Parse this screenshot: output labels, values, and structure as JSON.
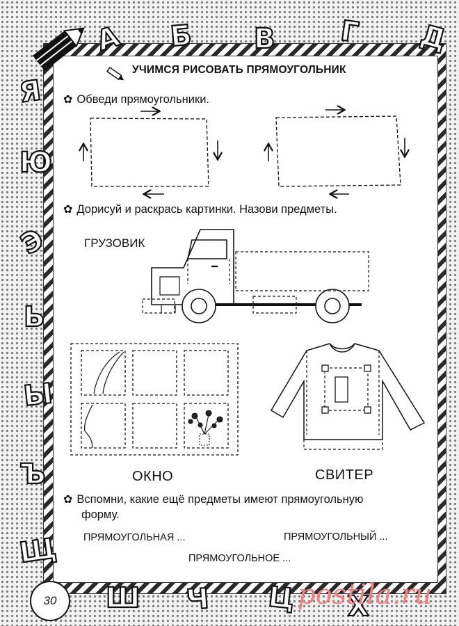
{
  "header": {
    "title": "УЧИМСЯ РИСОВАТЬ ПРЯМОУГОЛЬНИК"
  },
  "alphabet": {
    "top": [
      "А",
      "Б",
      "В",
      "Г",
      "Д"
    ],
    "left": [
      "Я",
      "Ю",
      "Э",
      "Ь",
      "Ы",
      "Ъ",
      "Щ"
    ],
    "bottom": [
      "Ш",
      "Ч",
      "Ц",
      "Х"
    ]
  },
  "tasks": [
    {
      "text": "Обведи прямоугольники."
    },
    {
      "text": "Дорисуй и раскрась картинки. Назови предметы."
    },
    {
      "text": "Вспомни, какие ещё предметы имеют прямоугольную",
      "text2": "форму."
    }
  ],
  "labels": {
    "truck": "ГРУЗОВИК",
    "window": "ОКНО",
    "sweater": "СВИТЕР"
  },
  "answers": {
    "feminine": "ПРЯМОУГОЛЬНАЯ ...",
    "masculine": "ПРЯМОУГОЛЬНЫЙ ...",
    "neuter": "ПРЯМОУГОЛЬНОЕ ..."
  },
  "page_number": "30",
  "watermark": "postila.ru",
  "icons": {
    "task_bullet": "flower-icon",
    "title_icon": "pencil-icon"
  }
}
